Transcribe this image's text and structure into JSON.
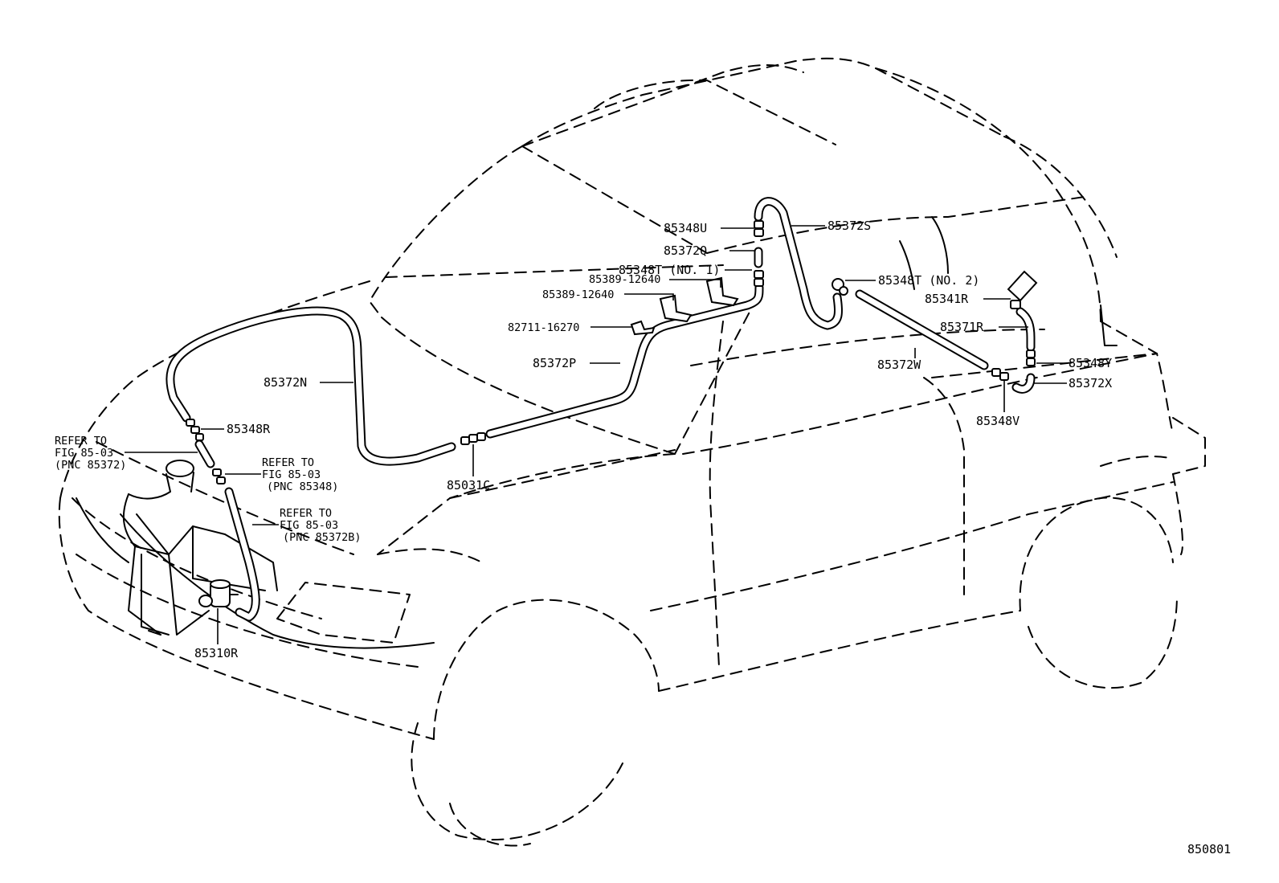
{
  "figure_number": "850801",
  "labels": {
    "p85348U": "85348U",
    "p85372Q": "85372Q",
    "p85348T1": "85348T (NO. 1)",
    "p85389a": "85389-12640",
    "p85389b": "85389-12640",
    "p82711": "82711-16270",
    "p85372P": "85372P",
    "p85372N": "85372N",
    "p85348R": "85348R",
    "p85031C": "85031C",
    "p85310R": "85310R",
    "p85372S": "85372S",
    "p85348T2": "85348T (NO. 2)",
    "p85341R": "85341R",
    "p85371R": "85371R",
    "p85372W": "85372W",
    "p85348Y": "85348Y",
    "p85372X": "85372X",
    "p85348V": "85348V"
  },
  "refer_notes": [
    {
      "line1": "REFER TO",
      "line2": "FIG 85-03",
      "line3": "(PNC 85372)"
    },
    {
      "line1": "REFER TO",
      "line2": "FIG 85-03",
      "line3": "(PNC 85348)"
    },
    {
      "line1": "REFER TO",
      "line2": "FIG 85-03",
      "line3": "(PNC 85372B)"
    }
  ]
}
